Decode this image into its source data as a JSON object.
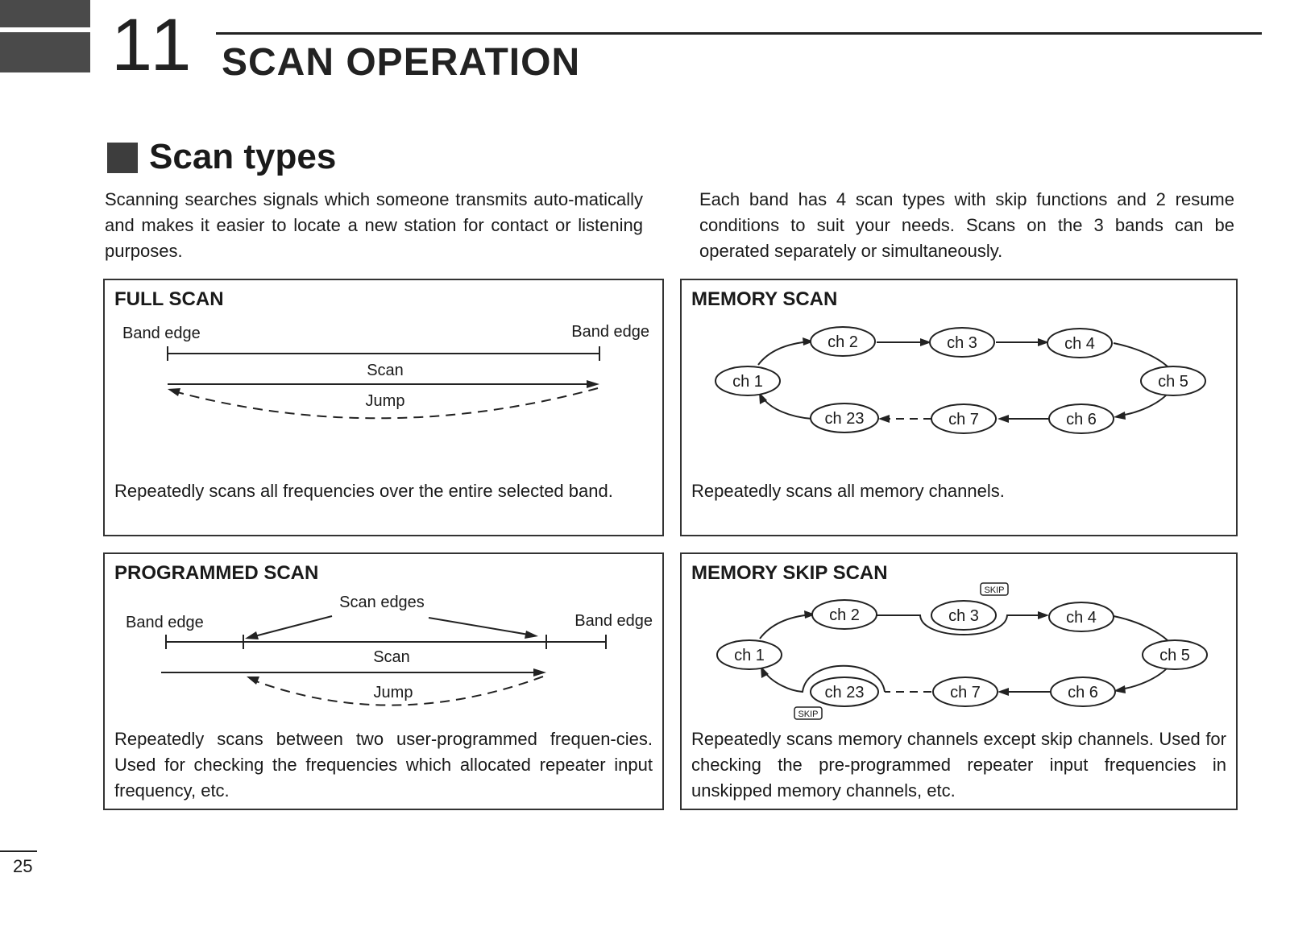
{
  "chapter": {
    "number": "11",
    "title": "SCAN OPERATION"
  },
  "section": {
    "title": "Scan types"
  },
  "intro": {
    "left": "Scanning searches signals which someone transmits auto-matically and makes it easier to locate a new station for contact or listening purposes.",
    "right": "Each band has 4 scan types with skip functions and 2 resume conditions to suit your needs.  Scans on the 3 bands can be operated separately or simultaneously."
  },
  "full_scan": {
    "title": "FULL SCAN",
    "band_edge_left": "Band edge",
    "band_edge_right": "Band edge",
    "scan_label": "Scan",
    "jump_label": "Jump",
    "description": "Repeatedly scans all frequencies over the entire selected band."
  },
  "memory_scan": {
    "title": "MEMORY SCAN",
    "channels": {
      "ch1": "ch 1",
      "ch2": "ch 2",
      "ch3": "ch 3",
      "ch4": "ch 4",
      "ch5": "ch 5",
      "ch6": "ch 6",
      "ch7": "ch 7",
      "ch23": "ch 23"
    },
    "description": "Repeatedly scans all memory channels."
  },
  "programmed_scan": {
    "title": "PROGRAMMED SCAN",
    "scan_edges_label": "Scan edges",
    "band_edge_left": "Band edge",
    "band_edge_right": "Band edge",
    "scan_label": "Scan",
    "jump_label": "Jump",
    "description": "Repeatedly scans between two user-programmed frequen-cies.  Used for checking the frequencies which allocated repeater input frequency, etc."
  },
  "memory_skip_scan": {
    "title": "MEMORY SKIP SCAN",
    "skip_tag": "SKIP",
    "channels": {
      "ch1": "ch 1",
      "ch2": "ch 2",
      "ch3": "ch 3",
      "ch4": "ch 4",
      "ch5": "ch 5",
      "ch6": "ch 6",
      "ch7": "ch 7",
      "ch23": "ch 23"
    },
    "description": "Repeatedly scans memory channels except skip channels. Used for checking the pre-programmed repeater input frequencies in unskipped memory channels, etc."
  },
  "page_number": "25"
}
